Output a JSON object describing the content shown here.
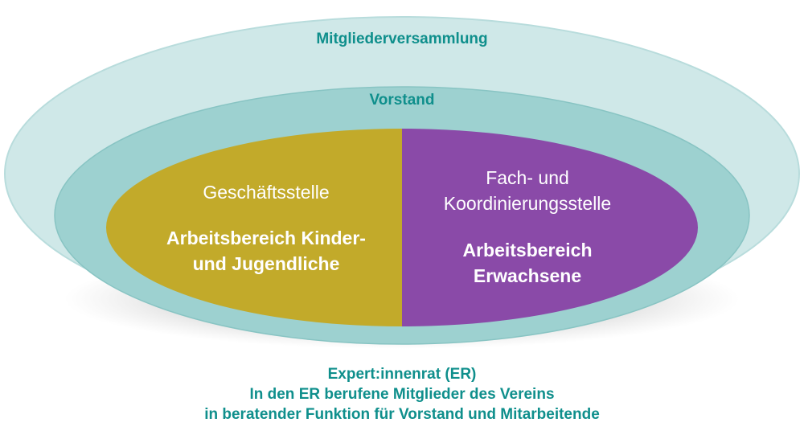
{
  "outer": {
    "label": "Mitgliederversammlung"
  },
  "middle": {
    "label": "Vorstand"
  },
  "left": {
    "office": "Geschäftsstelle",
    "area_line1": "Arbeitsbereich Kinder-",
    "area_line2": "und Jugendliche"
  },
  "right": {
    "office_line1": "Fach- und",
    "office_line2": "Koordinierungsstelle",
    "area_line1": "Arbeitsbereich",
    "area_line2": "Erwachsene"
  },
  "footer": {
    "title": "Expert:innenrat (ER)",
    "line1": "In den ER berufene Mitglieder des Vereins",
    "line2": "in beratender Funktion für Vorstand und Mitarbeitende"
  },
  "colors": {
    "outer_fill": "#cfe8e8",
    "middle_fill": "#9dd1d0",
    "left_fill": "#c2aa2a",
    "right_fill": "#8a4aa8",
    "text_teal": "#0f8f8c"
  }
}
